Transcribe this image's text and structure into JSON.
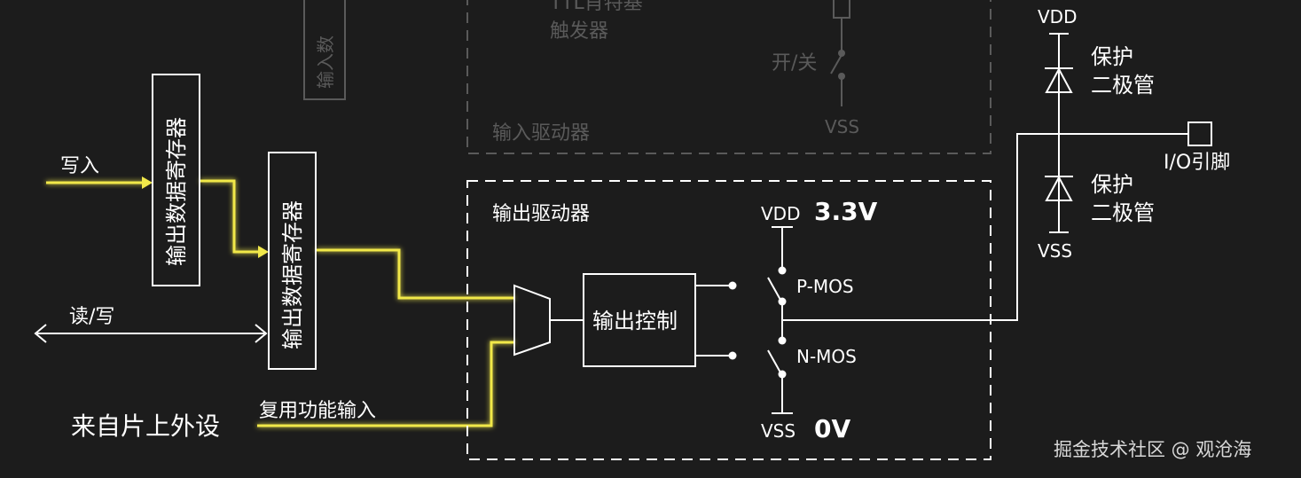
{
  "colors": {
    "background": "#1c1c1c",
    "line": "#ffffff",
    "dim": "#5a5a5a",
    "highlight": "#f1e84a",
    "highlight_glow": "#b8a800"
  },
  "input_section": {
    "title": "输入驱动器",
    "schmitt_label_line1": "TTL肖特基",
    "schmitt_label_line2": "触发器",
    "switch_label": "开/关",
    "vss_label": "VSS",
    "input_reg_label": "输入数"
  },
  "output_section": {
    "title": "输出驱动器",
    "control_label": "输出控制",
    "vdd_label": "VDD",
    "vdd_voltage": "3.3V",
    "vss_label": "VSS",
    "vss_voltage": "0V",
    "pmos_label": "P-MOS",
    "nmos_label": "N-MOS"
  },
  "registers": {
    "reg1_label": "输出数据寄存器",
    "reg2_label": "输出数据寄存器"
  },
  "signals": {
    "write_label": "写入",
    "readwrite_label": "读/写",
    "alt_func_label": "复用功能输入",
    "peripheral_label": "来自片上外设"
  },
  "protection": {
    "vdd_label": "VDD",
    "vss_label": "VSS",
    "diode_top_line1": "保护",
    "diode_top_line2": "二极管",
    "diode_bottom_line1": "保护",
    "diode_bottom_line2": "二极管",
    "io_label": "I/O引脚"
  },
  "watermark": "掘金技术社区 @ 观沧海"
}
